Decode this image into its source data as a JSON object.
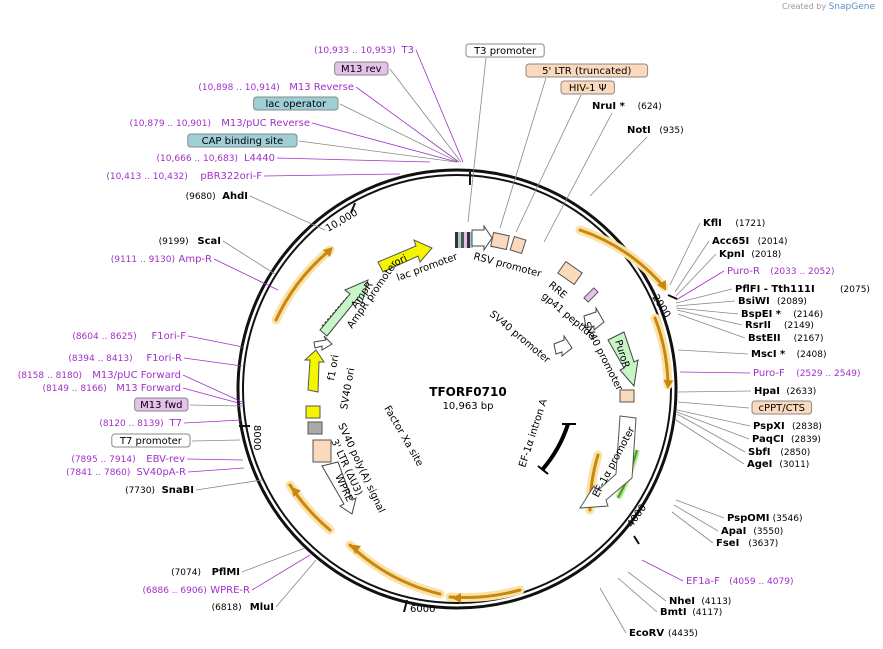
{
  "credit": {
    "prefix": "Created by",
    "brand": "SnapGene"
  },
  "plasmid": {
    "name": "TFORF0710",
    "size": "10,963 bp"
  },
  "ticks": [
    "2000",
    "4000",
    "6000",
    "8000",
    "10,000"
  ],
  "inner_features": [
    "ori",
    "lac promoter",
    "RSV promoter",
    "RRE",
    "gp41 peptide",
    "SV40 promoter",
    "SV40 promoter",
    "PuroR",
    "EF-1α promoter",
    "EF-1α intron A",
    "AmpR",
    "AmpR promoter",
    "f1 ori",
    "SV40 ori",
    "Factor Xa site",
    "SV40 poly(A) signal",
    "3' LTR (ΔU3)",
    "WPRE"
  ],
  "left_labels": [
    {
      "name": "T3",
      "pos": "(10,933 .. 10,953)",
      "color": "#a030c8"
    },
    {
      "name": "M13 rev",
      "boxed": true,
      "color": "#000"
    },
    {
      "name": "M13 Reverse",
      "pos": "(10,898 .. 10,914)",
      "color": "#a030c8"
    },
    {
      "name": "lac operator",
      "boxed": true,
      "color": "#000"
    },
    {
      "name": "M13/pUC Reverse",
      "pos": "(10,879 .. 10,901)",
      "color": "#a030c8"
    },
    {
      "name": "CAP binding site",
      "boxed": true,
      "color": "#000"
    },
    {
      "name": "L4440",
      "pos": "(10,666 .. 10,683)",
      "color": "#a030c8"
    },
    {
      "name": "pBR322ori-F",
      "pos": "(10,413 .. 10,432)",
      "color": "#a030c8"
    },
    {
      "name": "AhdI",
      "pos": "(9680)",
      "color": "#000",
      "bold": true
    },
    {
      "name": "ScaI",
      "pos": "(9199)",
      "color": "#000",
      "bold": true
    },
    {
      "name": "Amp-R",
      "pos": "(9111 .. 9130)",
      "color": "#a030c8"
    },
    {
      "name": "F1ori-F",
      "pos": "(8604 .. 8625)",
      "color": "#a030c8"
    },
    {
      "name": "F1ori-R",
      "pos": "(8394 .. 8413)",
      "color": "#a030c8"
    },
    {
      "name": "M13/pUC Forward",
      "pos": "(8158 .. 8180)",
      "color": "#a030c8"
    },
    {
      "name": "M13 Forward",
      "pos": "(8149 .. 8166)",
      "color": "#a030c8"
    },
    {
      "name": "M13 fwd",
      "boxed": true,
      "color": "#000"
    },
    {
      "name": "T7",
      "pos": "(8120 .. 8139)",
      "color": "#a030c8"
    },
    {
      "name": "T7 promoter",
      "boxed": true,
      "color": "#000"
    },
    {
      "name": "EBV-rev",
      "pos": "(7895 .. 7914)",
      "color": "#a030c8"
    },
    {
      "name": "SV40pA-R",
      "pos": "(7841 .. 7860)",
      "color": "#a030c8"
    },
    {
      "name": "SnaBI",
      "pos": "(7730)",
      "color": "#000",
      "bold": true
    },
    {
      "name": "PflMI",
      "pos": "(7074)",
      "color": "#000",
      "bold": true
    },
    {
      "name": "WPRE-R",
      "pos": "(6886 .. 6906)",
      "color": "#a030c8"
    },
    {
      "name": "MluI",
      "pos": "(6818)",
      "color": "#000",
      "bold": true
    }
  ],
  "top_labels": [
    {
      "name": "T3 promoter",
      "boxed": true
    },
    {
      "name": "5' LTR (truncated)",
      "boxed": true
    },
    {
      "name": "HIV-1 Ψ",
      "boxed": true
    },
    {
      "name": "NruI *",
      "pos": "(624)",
      "bold": true
    },
    {
      "name": "NotI",
      "pos": "(935)",
      "bold": true
    }
  ],
  "right_labels": [
    {
      "name": "KflI",
      "pos": "(1721)",
      "color": "#000",
      "bold": true
    },
    {
      "name": "Acc65I",
      "pos": "(2014)",
      "color": "#000",
      "bold": true
    },
    {
      "name": "KpnI",
      "pos": "(2018)",
      "color": "#000",
      "bold": true
    },
    {
      "name": "Puro-R",
      "pos": "(2033 .. 2052)",
      "color": "#a030c8"
    },
    {
      "name": "PflFI - Tth111I",
      "pos": "(2075)",
      "color": "#000",
      "bold": true
    },
    {
      "name": "BsiWI",
      "pos": "(2089)",
      "color": "#000",
      "bold": true
    },
    {
      "name": "BspEI *",
      "pos": "(2146)",
      "color": "#000",
      "bold": true
    },
    {
      "name": "RsrII",
      "pos": "(2149)",
      "color": "#000",
      "bold": true
    },
    {
      "name": "BstEII",
      "pos": "(2167)",
      "color": "#000",
      "bold": true
    },
    {
      "name": "MscI *",
      "pos": "(2408)",
      "color": "#000",
      "bold": true
    },
    {
      "name": "Puro-F",
      "pos": "(2529 .. 2549)",
      "color": "#a030c8"
    },
    {
      "name": "HpaI",
      "pos": "(2633)",
      "color": "#000",
      "bold": true
    },
    {
      "name": "cPPT/CTS",
      "boxed": true,
      "color": "#000"
    },
    {
      "name": "PspXI",
      "pos": "(2838)",
      "color": "#000",
      "bold": true
    },
    {
      "name": "PaqCI",
      "pos": "(2839)",
      "color": "#000",
      "bold": true
    },
    {
      "name": "SbfI",
      "pos": "(2850)",
      "color": "#000",
      "bold": true
    },
    {
      "name": "AgeI",
      "pos": "(3011)",
      "color": "#000",
      "bold": true
    },
    {
      "name": "PspOMI",
      "pos": "(3546)",
      "color": "#000",
      "bold": true
    },
    {
      "name": "ApaI",
      "pos": "(3550)",
      "color": "#000",
      "bold": true
    },
    {
      "name": "FseI",
      "pos": "(3637)",
      "color": "#000",
      "bold": true
    },
    {
      "name": "EF1a-F",
      "pos": "(4059 .. 4079)",
      "color": "#a030c8"
    },
    {
      "name": "NheI",
      "pos": "(4113)",
      "color": "#000",
      "bold": true
    },
    {
      "name": "BmtI",
      "pos": "(4117)",
      "color": "#000",
      "bold": true
    },
    {
      "name": "EcoRV",
      "pos": "(4435)",
      "color": "#000",
      "bold": true
    }
  ],
  "colors": {
    "primer": "#a030c8",
    "ori": "#f5f500",
    "ampr": "#c8f5c8",
    "puror": "#c8f5c8",
    "ltr": "#fbd9bd",
    "operator": "#9ecfd6",
    "m13": "#e4c2ea",
    "orf_arrow": "#c8870f",
    "orf_glow": "#fbe3a8"
  }
}
